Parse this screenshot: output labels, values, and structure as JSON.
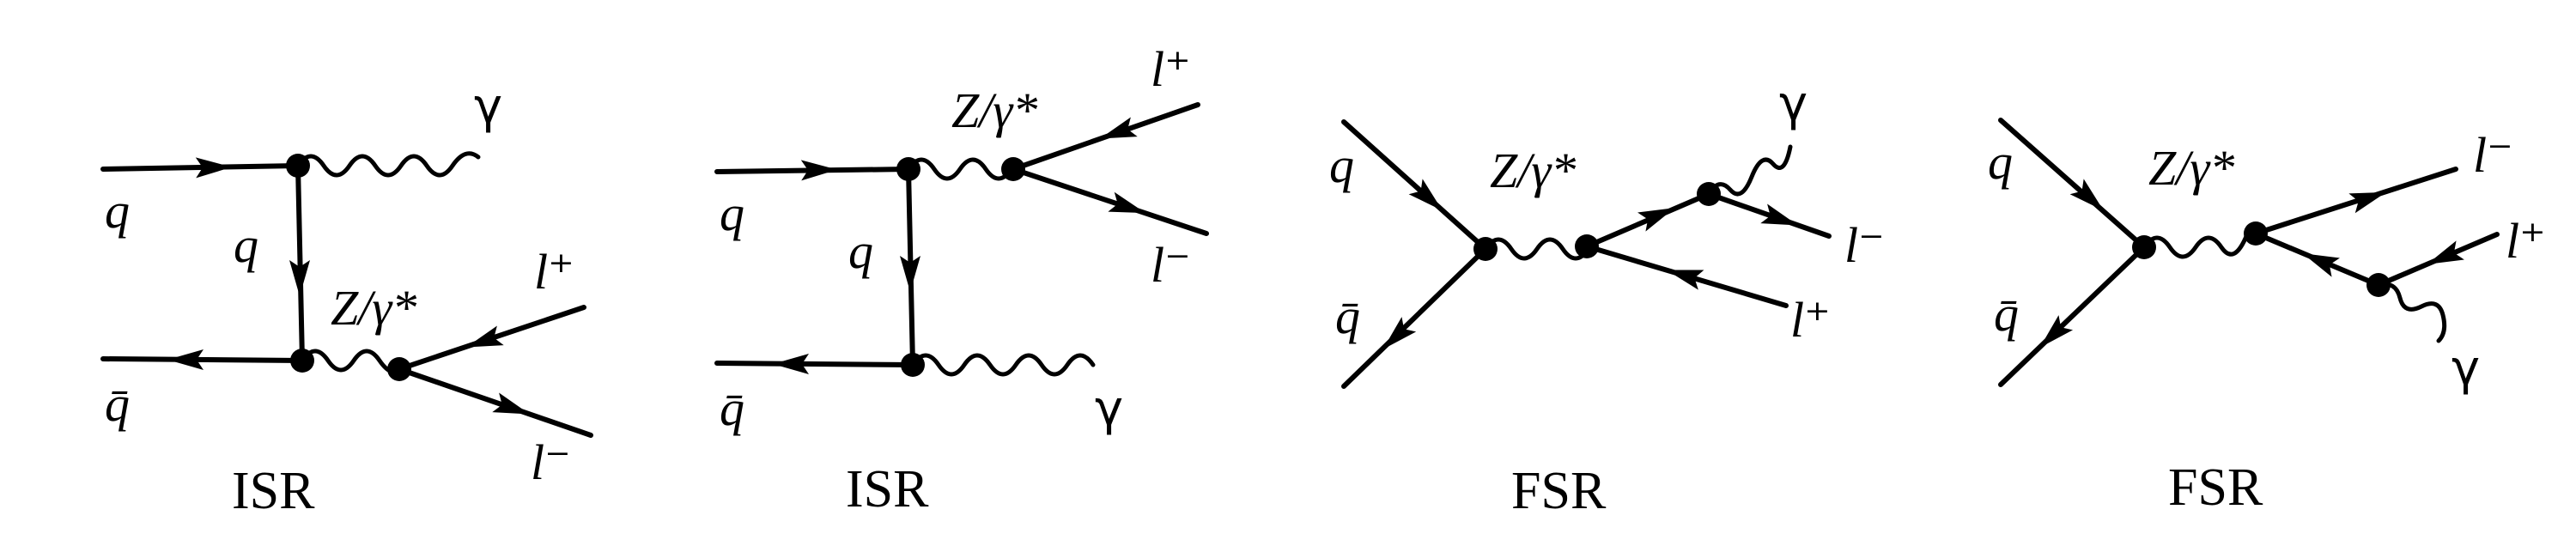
{
  "labels": {
    "q": "q",
    "qbar": "q̄",
    "zg": "Z/γ*",
    "gamma": "γ",
    "lplus": "l⁺",
    "lminus": "l⁻"
  },
  "diagrams": [
    {
      "caption": "ISR"
    },
    {
      "caption": "ISR"
    },
    {
      "caption": "FSR"
    },
    {
      "caption": "FSR"
    }
  ]
}
